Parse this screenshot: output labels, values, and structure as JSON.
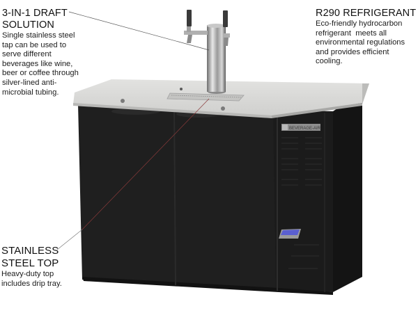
{
  "callouts": {
    "draft": {
      "title_line1": "3-IN-1 DRAFT",
      "title_line2": "SOLUTION",
      "body": [
        "Single stainless steel",
        "tap can be used to",
        "serve different",
        "beverages like wine,",
        "beer or coffee through",
        "silver-lined anti-",
        "microbial tubing."
      ]
    },
    "refrigerant": {
      "title": "R290 REFRIGERANT",
      "body": [
        "Eco-friendly hydrocarbon",
        "refrigerant  meets all",
        "environmental regulations",
        "and provides efficient",
        "cooling."
      ]
    },
    "top": {
      "title_line1": "STAINLESS",
      "title_line2": "STEEL TOP",
      "body": [
        "Heavy-duty top",
        "includes drip tray."
      ]
    }
  },
  "product": {
    "type": "Two-door direct draw beer dispenser",
    "badge_text": "BEVERAGE-AIR",
    "colors": {
      "cabinet": "#1e1e1e",
      "cabinet_side": "#161616",
      "countertop": "#d4d4d2",
      "countertop_edge": "#bdbdbb",
      "tower": "#9a9a9a",
      "display": "#5a5fd0",
      "leader_line": "#555555",
      "leader_line_on_cabinet": "#8a3a3a"
    }
  }
}
